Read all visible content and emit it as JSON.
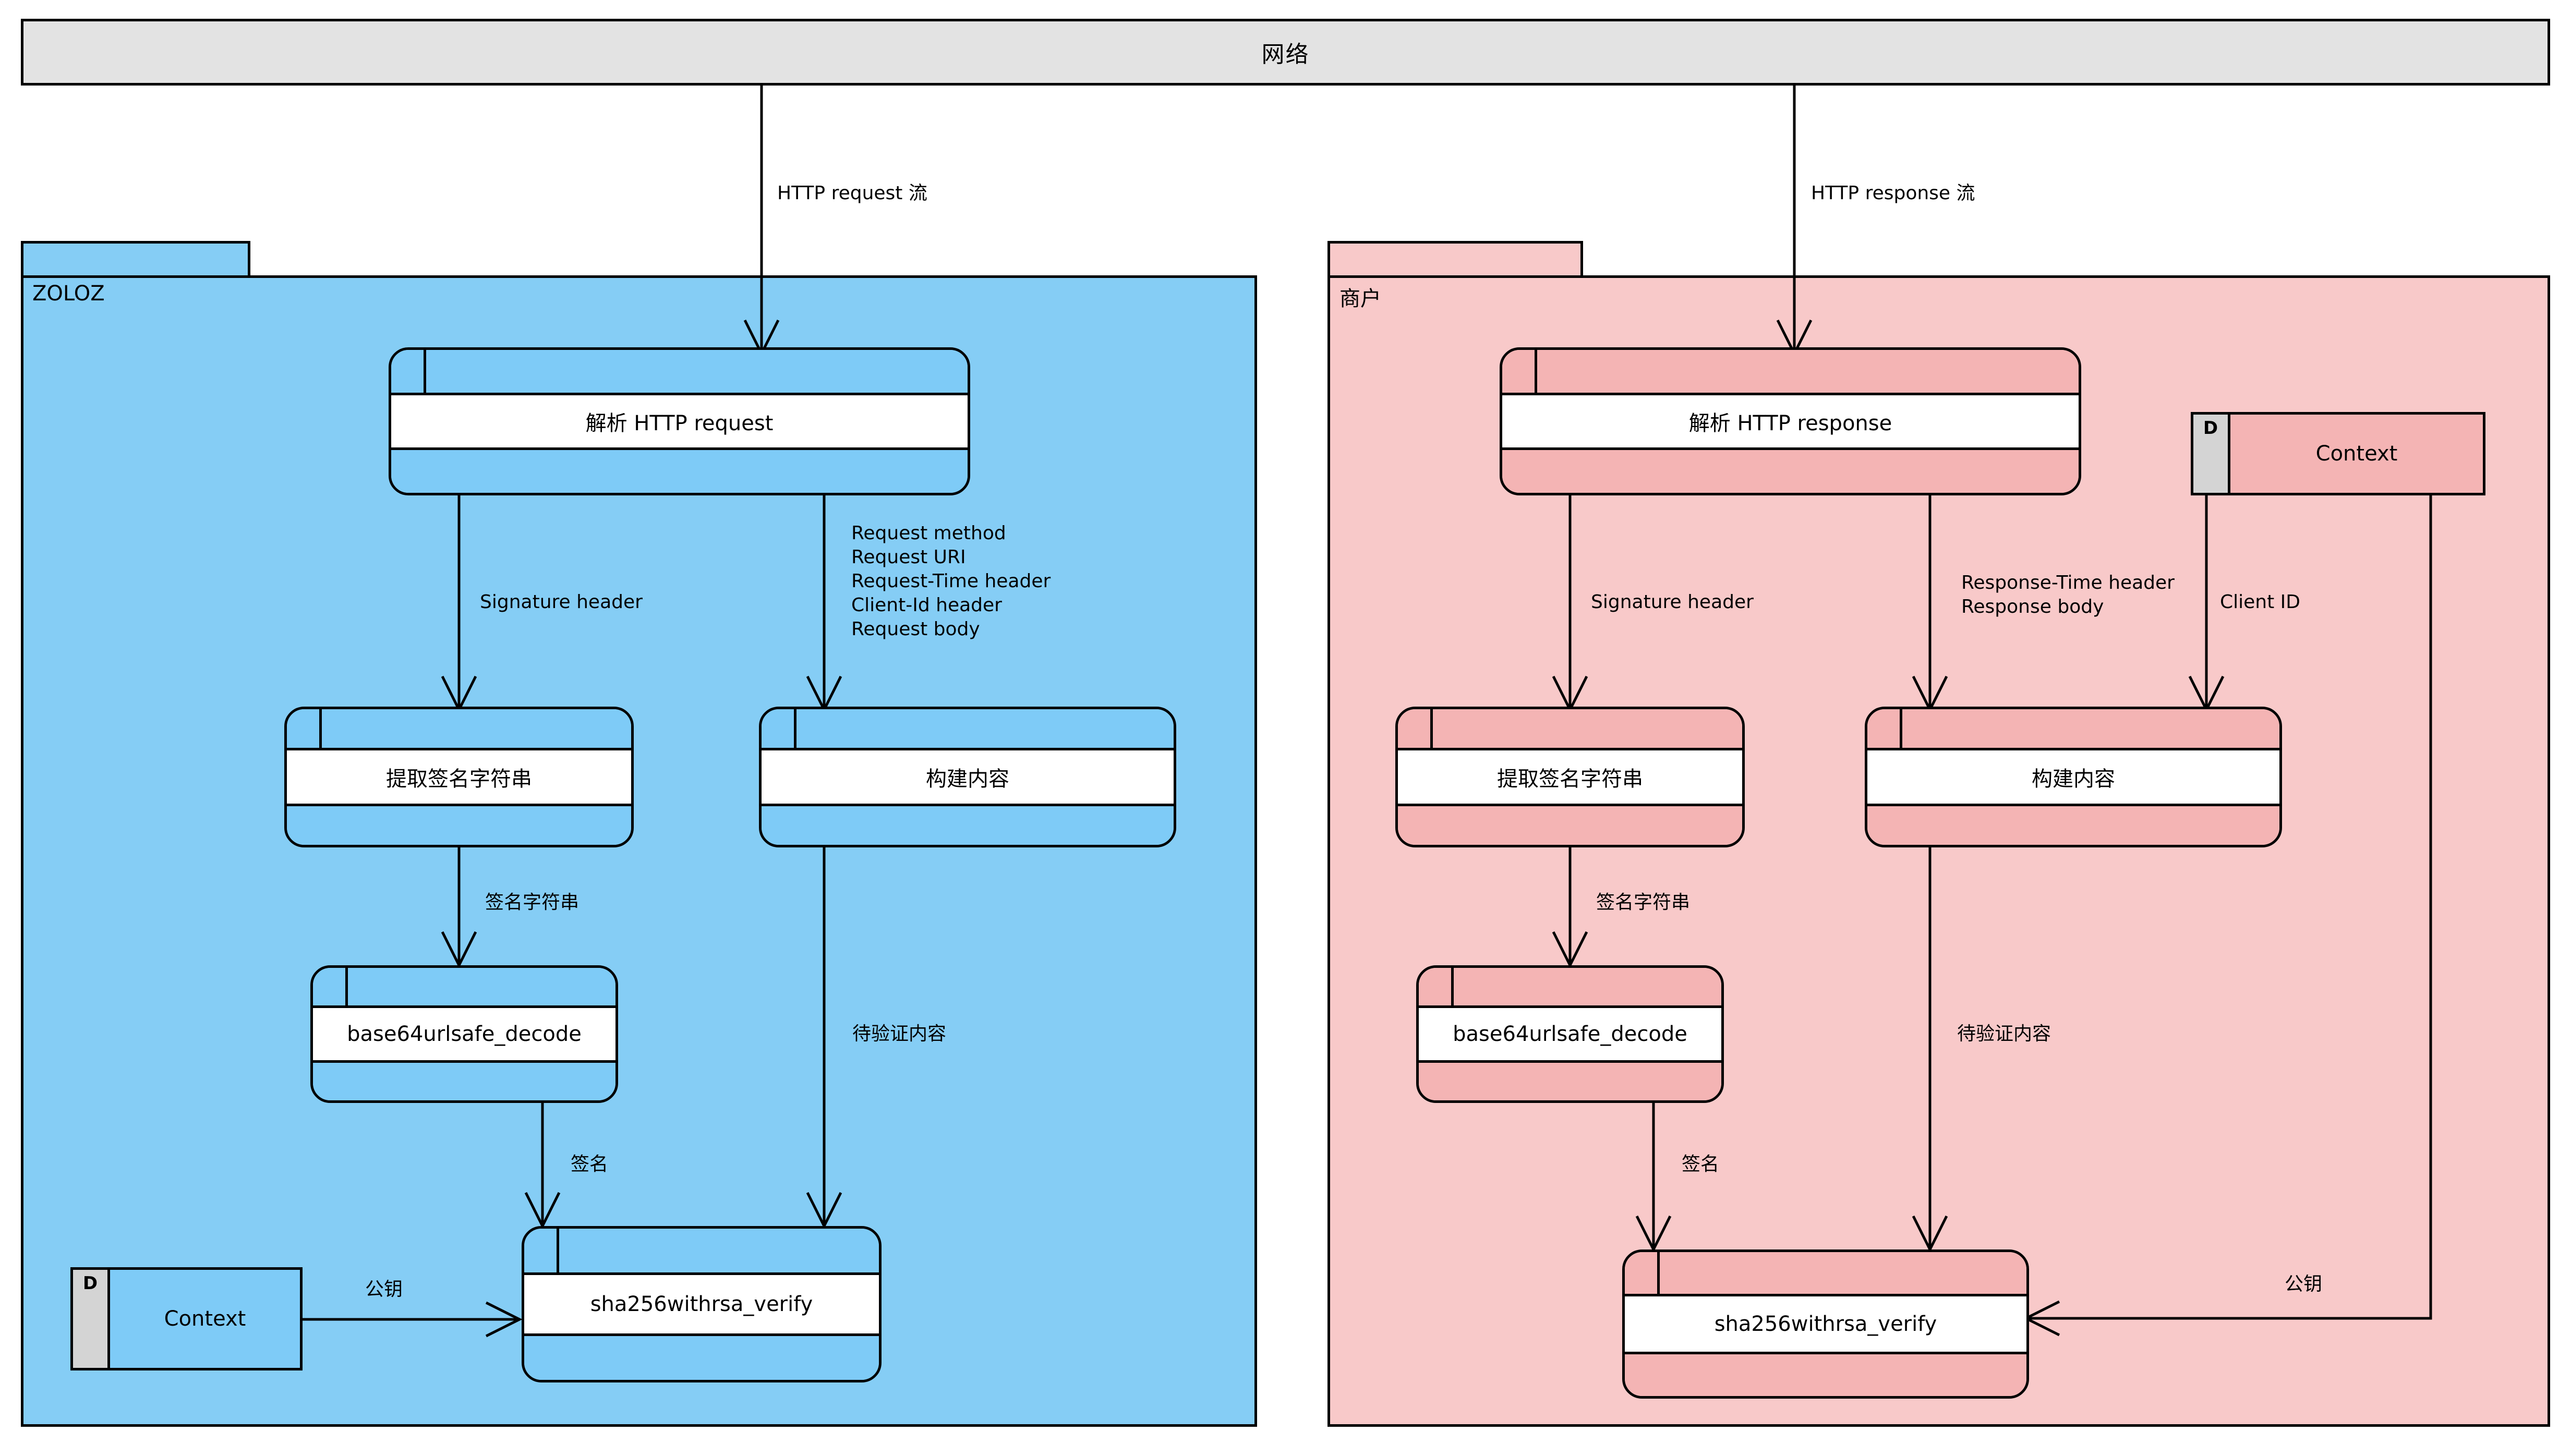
{
  "diagram": {
    "title_network": "网络",
    "colors": {
      "network_fill": "#e3e3e3",
      "zoloz_panel": "#85cdf5",
      "merchant_panel": "#f8c9c9",
      "zoloz_node_band": "#7ecbf7",
      "merchant_node_band": "#f4b4b4",
      "node_center": "#ffffff",
      "datastore_key_cell": "#d4d4d4",
      "stroke": "#000000"
    }
  },
  "network": {
    "label": "网络"
  },
  "flows": {
    "request": "HTTP request 流",
    "response": "HTTP response 流"
  },
  "zoloz": {
    "package_title": "ZOLOZ",
    "nodes": {
      "parse": "解析 HTTP request",
      "extract": "提取签名字符串",
      "build": "构建内容",
      "decode": "base64urlsafe_decode",
      "verify": "sha256withrsa_verify",
      "context": "Context",
      "context_key": "D"
    },
    "labels": {
      "signature_header": "Signature header",
      "request_parts": "Request method\nRequest URI\nRequest-Time header\nClient-Id header\nRequest body",
      "sig_string": "签名字符串",
      "pending_content": "待验证内容",
      "signature": "签名",
      "public_key": "公钥"
    }
  },
  "merchant": {
    "package_title": "商户",
    "nodes": {
      "parse": "解析 HTTP response",
      "extract": "提取签名字符串",
      "build": "构建内容",
      "decode": "base64urlsafe_decode",
      "verify": "sha256withrsa_verify",
      "context": "Context",
      "context_key": "D"
    },
    "labels": {
      "signature_header": "Signature header",
      "response_parts": "Response-Time header\nResponse body",
      "client_id": "Client ID",
      "sig_string": "签名字符串",
      "pending_content": "待验证内容",
      "signature": "签名",
      "public_key": "公钥"
    }
  }
}
